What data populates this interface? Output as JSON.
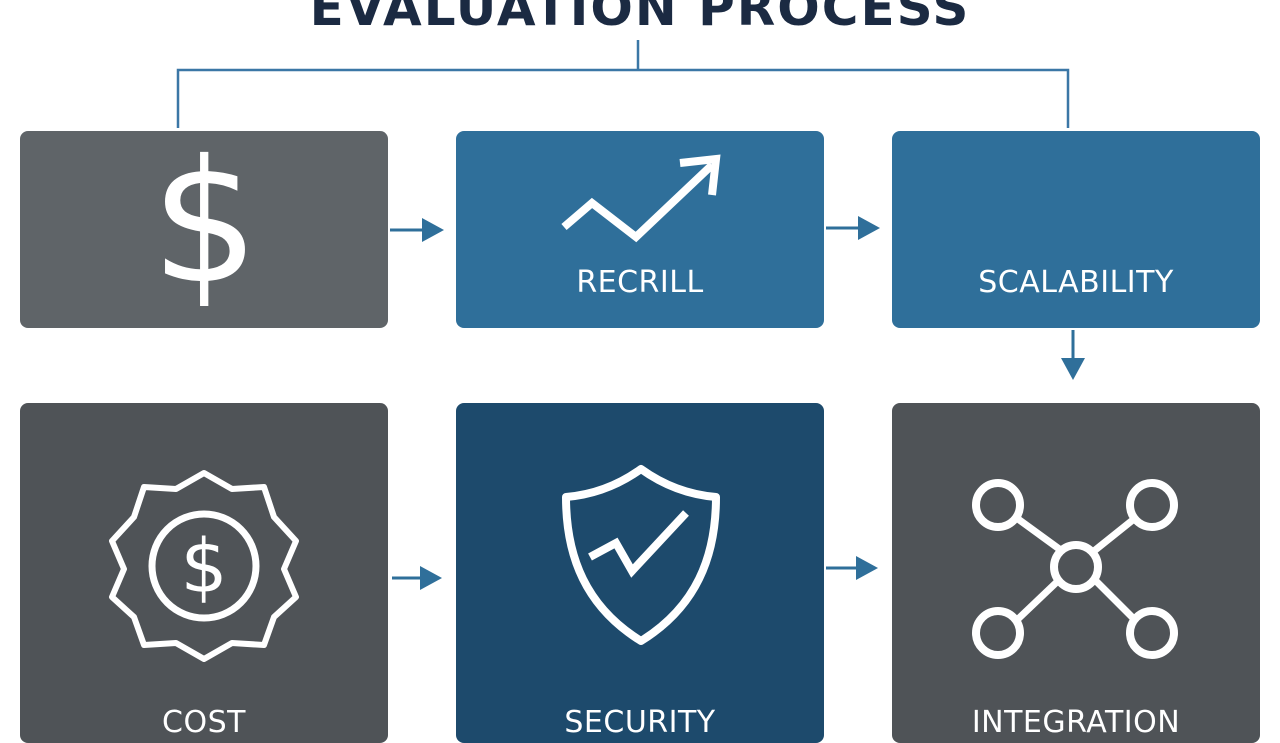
{
  "title": "EVALUATION PROCESS",
  "colors": {
    "title": "#1b2a42",
    "gray_box": "#5f6468",
    "dark_gray_box": "#4f5357",
    "blue_box": "#2f6f9a",
    "navy_box": "#1d4a6c",
    "arrow": "#2f6f9a",
    "connector": "#3b77a6",
    "icon": "#ffffff"
  },
  "steps": [
    {
      "id": "cost-top",
      "label": "",
      "icon": "dollar-sign-icon"
    },
    {
      "id": "recall",
      "label": "RECRILL",
      "icon": "trend-up-arrow-icon"
    },
    {
      "id": "scalability",
      "label": "SCALABILITY",
      "icon": ""
    },
    {
      "id": "cost",
      "label": "COST",
      "icon": "dollar-badge-icon"
    },
    {
      "id": "security",
      "label": "SECURITY",
      "icon": "shield-check-icon"
    },
    {
      "id": "integration",
      "label": "INTEGRATION",
      "icon": "network-nodes-icon"
    }
  ]
}
